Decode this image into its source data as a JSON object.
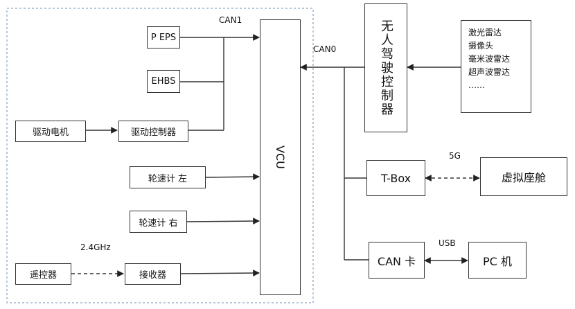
{
  "nodes": {
    "eps": "P EPS",
    "ehbs": "EHBS",
    "drive_motor": "驱动电机",
    "drive_controller": "驱动控制器",
    "wheel_left": "轮速计 左",
    "wheel_right": "轮速计 右",
    "remote": "遥控器",
    "receiver": "接收器",
    "vcu": "VCU",
    "autonomous_controller": "无人驾驶控制器",
    "tbox": "T-Box",
    "virtual_cockpit": "虚拟座舱",
    "can_card": "CAN 卡",
    "pc": "PC 机",
    "sensors": [
      "激光雷达",
      "摄像头",
      "毫米波雷达",
      "超声波雷达",
      "……"
    ]
  },
  "edge_labels": {
    "can1": "CAN1",
    "can0": "CAN0",
    "wireless_24": "2.4GHz",
    "fiveg": "5G",
    "usb": "USB"
  }
}
